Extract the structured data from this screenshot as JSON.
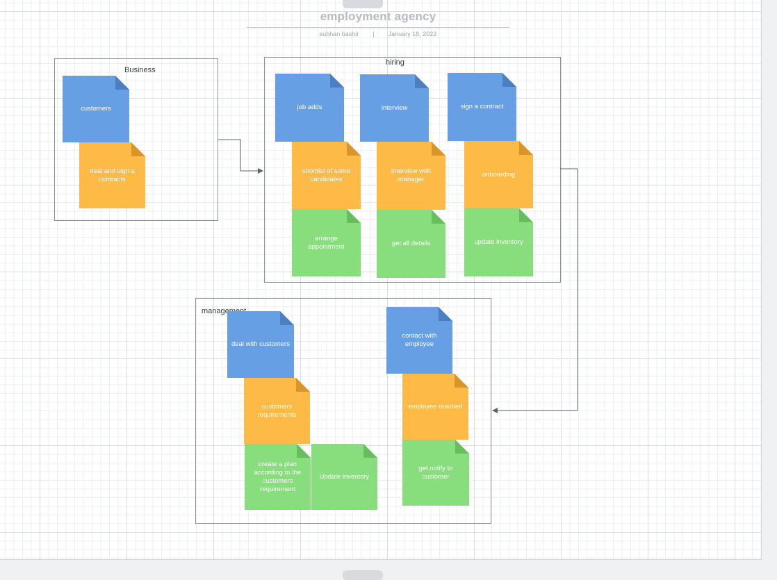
{
  "document": {
    "title": "employment agency",
    "author": "subhan bashir",
    "separator": "|",
    "date": "January 18, 2022"
  },
  "containers": {
    "business": {
      "label": "Business"
    },
    "hiring": {
      "label": "hiring"
    },
    "management": {
      "label": "management"
    }
  },
  "notes": {
    "customers": "customers",
    "deal_sign_contracts": "deal and sign a contracts",
    "job_adds": "job adds",
    "interview": "interview",
    "sign_contract": "sign a contract",
    "shortlist": "shortlist of some candidates",
    "interview_manager": "interview with manager",
    "onboarding": "onboarding",
    "arrange_appointment": "arrange appointment",
    "get_all_details": "get all details",
    "update_inventory_hiring": "update inventory",
    "deal_with_customers": "deal with customers",
    "customers_requirements": "customers requirements",
    "create_plan": "create a plan according to the customers requirement",
    "update_inventory_mgmt": "Update inventory",
    "contact_employee": "contact with employee",
    "employee_reached": "employee reached",
    "get_notify": "get notify to customer"
  },
  "colors": {
    "blue_note": "#679fe5",
    "orange_note": "#fdba47",
    "green_note": "#88dd7c",
    "connector": "#5f6368"
  }
}
